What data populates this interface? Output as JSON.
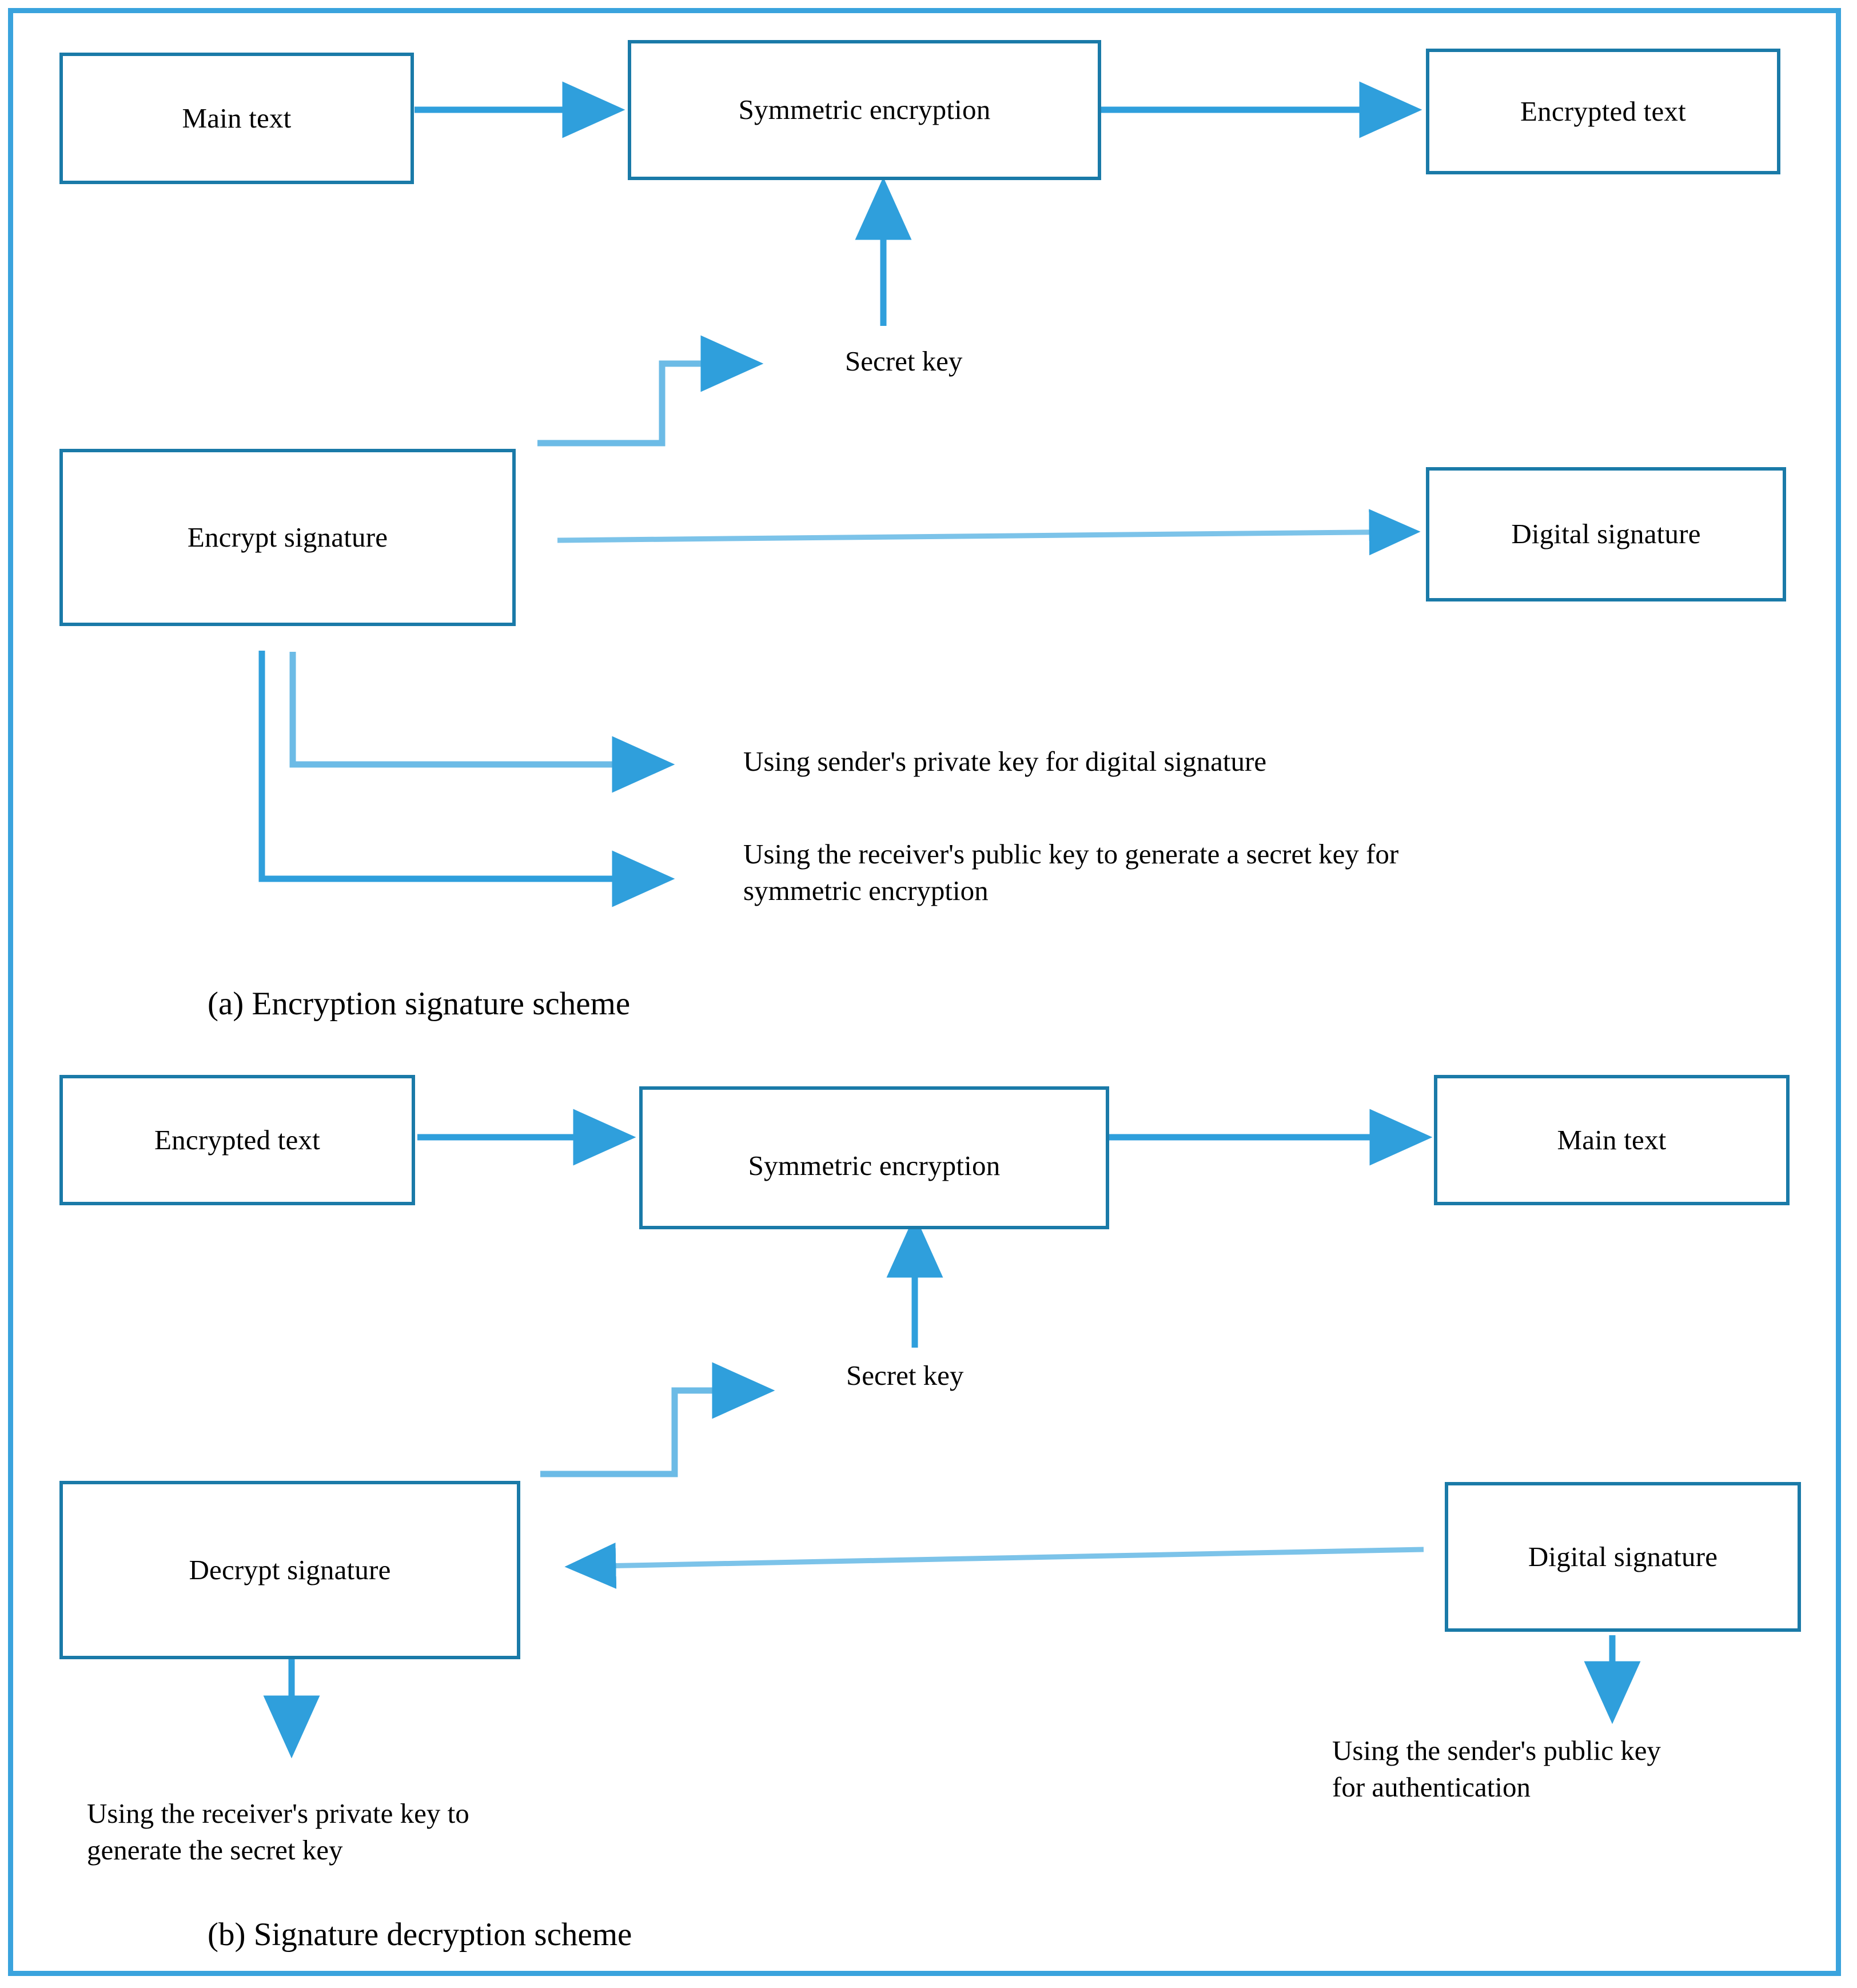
{
  "figure": {
    "border_color": "#3aa3dd",
    "box_border_color": "#1a7aa8",
    "arrow_color": "#2f9fdc",
    "background": "#ffffff"
  },
  "panel_a": {
    "caption": "(a) Encryption signature scheme",
    "nodes": {
      "main_text": "Main text",
      "symmetric_encryption": "Symmetric encryption",
      "encrypted_text": "Encrypted text",
      "encrypt_signature": "Encrypt signature",
      "digital_signature": "Digital signature"
    },
    "labels": {
      "secret_key": "Secret key",
      "note_private_key": "Using sender's private key for digital signature",
      "note_public_key": "Using the receiver's public key to generate a secret key for\nsymmetric encryption"
    }
  },
  "panel_b": {
    "caption": "(b) Signature decryption scheme",
    "nodes": {
      "encrypted_text": "Encrypted text",
      "symmetric_encryption": "Symmetric encryption",
      "main_text": "Main text",
      "decrypt_signature": "Decrypt signature",
      "digital_signature": "Digital signature"
    },
    "labels": {
      "secret_key": "Secret key",
      "note_receiver_private": "Using the receiver's private key to\ngenerate the secret key",
      "note_sender_public": "Using the sender's public key\nfor authentication"
    }
  }
}
